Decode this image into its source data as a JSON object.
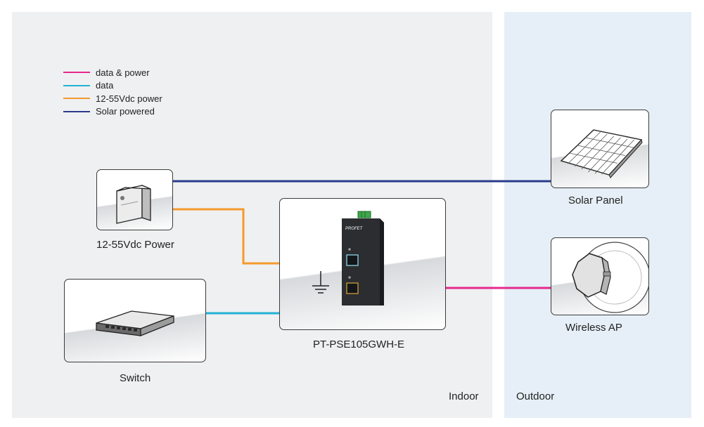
{
  "zones": {
    "indoor": {
      "label": "Indoor"
    },
    "outdoor": {
      "label": "Outdoor"
    }
  },
  "legend": [
    {
      "label": "data & power",
      "color": "#e6298e"
    },
    {
      "label": "data",
      "color": "#22b1d4"
    },
    {
      "label": "12-55Vdc power",
      "color": "#f39a2d"
    },
    {
      "label": "Solar powered",
      "color": "#2a3b8c"
    }
  ],
  "devices": {
    "power": {
      "label": "12-55Vdc Power",
      "icon": "power-supply-icon"
    },
    "switch": {
      "label": "Switch",
      "icon": "network-switch-icon"
    },
    "injector": {
      "label": "PT-PSE105GWH-E",
      "icon": "poe-injector-icon",
      "brand": "PROFET"
    },
    "solar": {
      "label": "Solar Panel",
      "icon": "solar-panel-icon"
    },
    "ap": {
      "label": "Wireless AP",
      "icon": "wireless-ap-icon"
    }
  },
  "links": [
    {
      "from": "power",
      "to": "solar",
      "type": "Solar powered"
    },
    {
      "from": "power",
      "to": "injector",
      "type": "12-55Vdc power"
    },
    {
      "from": "switch",
      "to": "injector",
      "type": "data"
    },
    {
      "from": "injector",
      "to": "ap",
      "type": "data & power"
    }
  ]
}
